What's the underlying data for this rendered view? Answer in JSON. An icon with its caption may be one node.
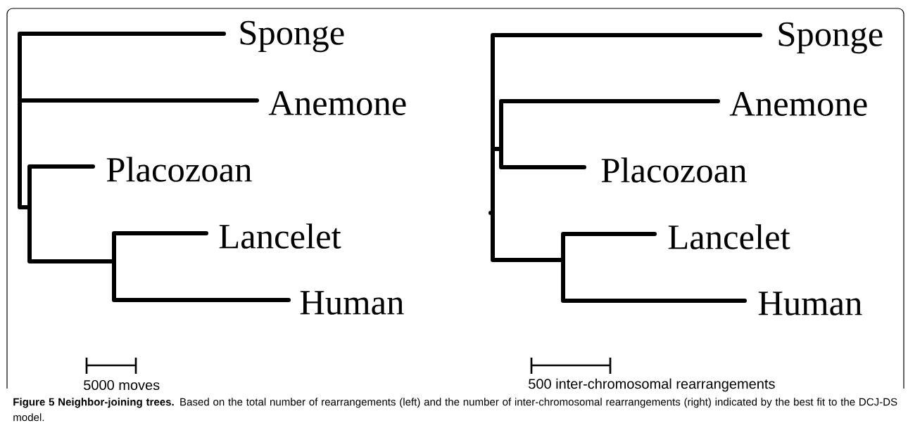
{
  "diagram": {
    "caption": "**Figure 5 Neighbor-joining trees.** Based on the total number of rearrangements (left) and the number of inter-chromosomal rearrangements (right) indicated by the best fit to the DCJ-DS model.",
    "labels": [
      "Sponge",
      "Anemone",
      "Placozoan",
      "Lancelet",
      "Human",
      "Sponge",
      "Anemone",
      "Placozoan",
      "Lancelet",
      "Human",
      "5000 moves",
      "500 inter-chromosomal rearrangements"
    ]
  }
}
